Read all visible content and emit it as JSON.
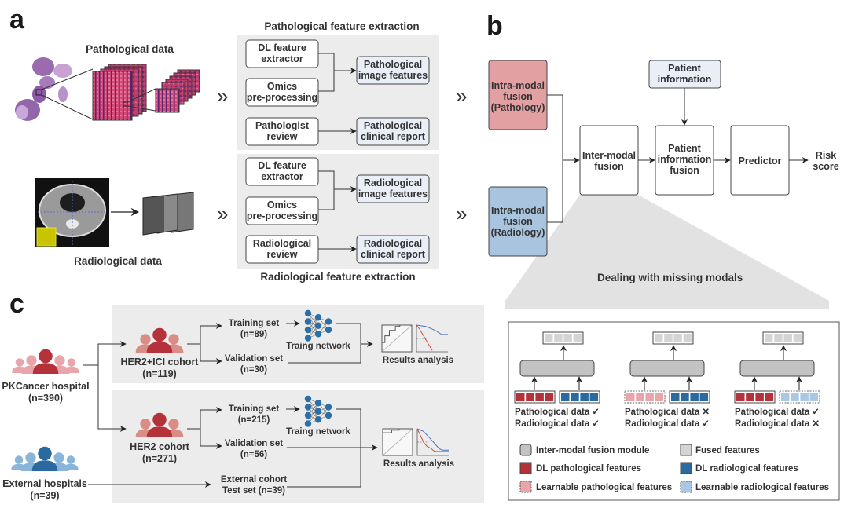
{
  "panels": {
    "a": {
      "letter": "a",
      "pathological_data_label": "Pathological data",
      "radiological_data_label": "Radiological data",
      "chevron": "»",
      "pathological_extraction": {
        "title": "Pathological feature extraction",
        "dl_extractor": [
          "DL feature",
          "extractor"
        ],
        "omics": [
          "Omics",
          "pre-processing"
        ],
        "review": [
          "Pathologist",
          "review"
        ],
        "image_features": [
          "Pathological",
          "image features"
        ],
        "clinical_report": [
          "Pathological",
          "clinical report"
        ]
      },
      "radiological_extraction": {
        "title": "Radiological feature extraction",
        "dl_extractor": [
          "DL feature",
          "extractor"
        ],
        "omics": [
          "Omics",
          "pre-processing"
        ],
        "review": [
          "Radiological",
          "review"
        ],
        "image_features": [
          "Radiological",
          "image features"
        ],
        "clinical_report": [
          "Radiological",
          "clinical report"
        ]
      }
    },
    "b": {
      "letter": "b",
      "intra_pathology": [
        "Intra-modal",
        "fusion",
        "(Pathology)"
      ],
      "intra_radiology": [
        "Intra-modal",
        "fusion",
        "(Radiology)"
      ],
      "patient_information": [
        "Patient",
        "information"
      ],
      "inter_modal": [
        "Inter-modal",
        "fusion"
      ],
      "patient_info_fusion": [
        "Patient",
        "information",
        "fusion"
      ],
      "predictor": "Predictor",
      "risk_score": [
        "Risk",
        "score"
      ],
      "missing_title": "Dealing with missing modals",
      "scenarios": [
        {
          "path_label": "Pathological data",
          "path_status": "✓",
          "rad_label": "Radiological data",
          "rad_status": "✓"
        },
        {
          "path_label": "Pathological data",
          "path_status": "✕",
          "rad_label": "Radiological data",
          "rad_status": "✓"
        },
        {
          "path_label": "Pathological data",
          "path_status": "✓",
          "rad_label": "Radiological data",
          "rad_status": "✕"
        }
      ],
      "legend": [
        {
          "label": "Inter-modal fusion module"
        },
        {
          "label": "Fused features"
        },
        {
          "label": "DL pathological features"
        },
        {
          "label": "DL radiological features"
        },
        {
          "label": "Learnable pathological features"
        },
        {
          "label": "Learnable radiological features"
        }
      ]
    },
    "c": {
      "letter": "c",
      "pk_hospital": [
        "PKCancer hospital",
        "(n=390)"
      ],
      "external_hospitals": [
        "External hospitals",
        "(n=39)"
      ],
      "her2_ici": [
        "HER2+ICI cohort",
        "(n=119)"
      ],
      "her2": [
        "HER2 cohort",
        "(n=271)"
      ],
      "train1": [
        "Training set",
        "(n=89)"
      ],
      "val1": [
        "Validation set",
        "(n=30)"
      ],
      "train2": [
        "Training set",
        "(n=215)"
      ],
      "val2": [
        "Validation set",
        "(n=56)"
      ],
      "ext_test": [
        "External cohort",
        "Test set (n=39)"
      ],
      "network_label": "Traing network",
      "results_label": "Results analysis"
    }
  },
  "colors": {
    "path_dark": "#b5323a",
    "path_light": "#e8a5aa",
    "rad_dark": "#2a6aa0",
    "rad_light": "#a8c8e6",
    "intra_path_fill": "#e3a0a3",
    "intra_rad_fill": "#a9c4de",
    "feature_box_fill": "#e9eef7",
    "panel_gray": "#ececec",
    "fusion_gray": "#c3c3c3",
    "fused_gray": "#d4d4d4",
    "node_blue": "#2a6fa8"
  }
}
